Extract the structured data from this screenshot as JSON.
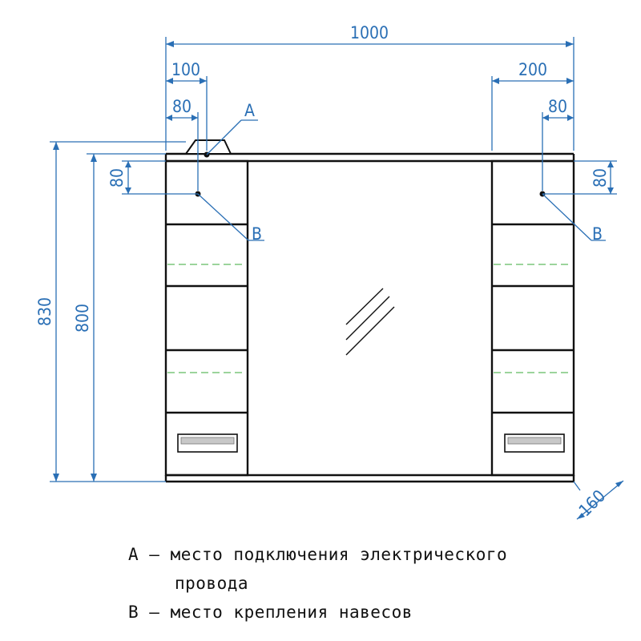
{
  "dimensions": {
    "total_width": "1000",
    "left_offset": "100",
    "left_point_offset": "80",
    "right_offset": "200",
    "right_point_offset": "80",
    "left_vertical_offset": "80",
    "right_vertical_offset": "80",
    "total_height": "830",
    "body_height": "800",
    "depth": "160"
  },
  "markers": {
    "a": "A",
    "b_left": "B",
    "b_right": "B"
  },
  "legend": {
    "line_a_1": "A – место подключения электрического",
    "line_a_2": "провода",
    "line_b": "B – место крепления навесов"
  },
  "colors": {
    "dimension": "#2a6fb5",
    "outline": "#111111",
    "shelf_dash": "#7cc67c"
  }
}
